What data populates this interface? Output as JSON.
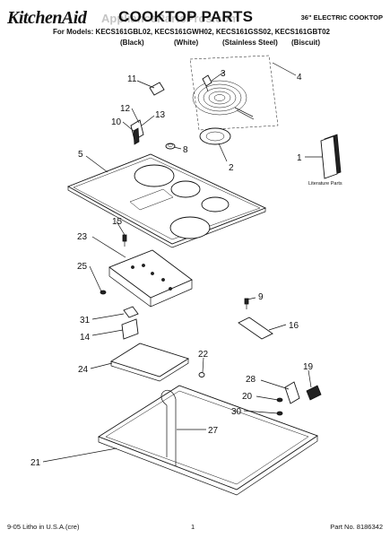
{
  "header": {
    "brand": "KitchenAid",
    "title": "COOKTOP PARTS",
    "subtitle": "36\" ELECTRIC COOKTOP",
    "models_line": "For Models: KECS161GBL02, KECS161GWH02, KECS161GSS02, KECS161GBT02",
    "finishes": [
      "(Black)",
      "(White)",
      "(Stainless Steel)",
      "(Biscuit)"
    ],
    "watermark": "AppliancePartsPros.com"
  },
  "callouts": [
    "1",
    "2",
    "3",
    "4",
    "5",
    "8",
    "9",
    "10",
    "11",
    "12",
    "13",
    "14",
    "15",
    "16",
    "19",
    "20",
    "21",
    "22",
    "23",
    "24",
    "25",
    "27",
    "28",
    "30",
    "31"
  ],
  "literature_label": "Literature Parts",
  "footer": {
    "left": "9-05 Litho in U.S.A.(cre)",
    "page": "1",
    "part_no": "Part No. 8186342"
  }
}
